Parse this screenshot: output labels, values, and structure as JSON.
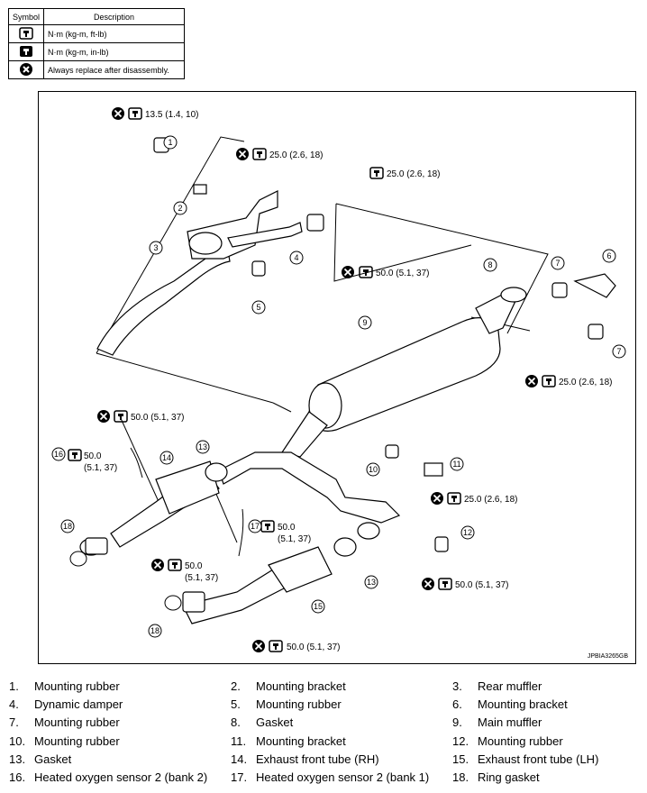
{
  "legend": {
    "headers": {
      "symbol": "Symbol",
      "description": "Description"
    },
    "rows": [
      {
        "icon": "torque-ft-lb-icon",
        "text": "N·m (kg-m, ft-lb)"
      },
      {
        "icon": "torque-in-lb-icon",
        "text": "N·m (kg-m, in-lb)"
      },
      {
        "icon": "replace-icon",
        "text": "Always replace after disassembly."
      }
    ]
  },
  "torques": {
    "t1": "13.5 (1.4, 10)",
    "t2": "25.0 (2.6, 18)",
    "t3": "25.0 (2.6, 18)",
    "t4": "50.0 (5.1, 37)",
    "t5": "25.0 (2.6, 18)",
    "t6": "50.0 (5.1, 37)",
    "t7a": "50.0",
    "t7b": "(5.1, 37)",
    "t8": "25.0 (2.6, 18)",
    "t9a": "50.0",
    "t9b": "(5.1, 37)",
    "t10a": "50.0",
    "t10b": "(5.1, 37)",
    "t11": "50.0 (5.1, 37)",
    "t12": "50.0 (5.1, 37)"
  },
  "callouts": [
    "1",
    "2",
    "3",
    "4",
    "5",
    "6",
    "7",
    "7",
    "8",
    "9",
    "10",
    "11",
    "12",
    "13",
    "13",
    "14",
    "15",
    "16",
    "17",
    "18",
    "18"
  ],
  "figure_code": "JPBIA3265GB",
  "parts": [
    {
      "num": "1.",
      "name": "Mounting rubber"
    },
    {
      "num": "2.",
      "name": "Mounting bracket"
    },
    {
      "num": "3.",
      "name": "Rear muffler"
    },
    {
      "num": "4.",
      "name": "Dynamic damper"
    },
    {
      "num": "5.",
      "name": "Mounting rubber"
    },
    {
      "num": "6.",
      "name": "Mounting bracket"
    },
    {
      "num": "7.",
      "name": "Mounting rubber"
    },
    {
      "num": "8.",
      "name": "Gasket"
    },
    {
      "num": "9.",
      "name": "Main muffler"
    },
    {
      "num": "10.",
      "name": "Mounting rubber"
    },
    {
      "num": "11.",
      "name": "Mounting bracket"
    },
    {
      "num": "12.",
      "name": "Mounting rubber"
    },
    {
      "num": "13.",
      "name": "Gasket"
    },
    {
      "num": "14.",
      "name": "Exhaust front tube (RH)"
    },
    {
      "num": "15.",
      "name": "Exhaust front tube (LH)"
    },
    {
      "num": "16.",
      "name": "Heated oxygen sensor 2 (bank 2)"
    },
    {
      "num": "17.",
      "name": "Heated oxygen sensor 2 (bank 1)"
    },
    {
      "num": "18.",
      "name": "Ring gasket"
    }
  ]
}
